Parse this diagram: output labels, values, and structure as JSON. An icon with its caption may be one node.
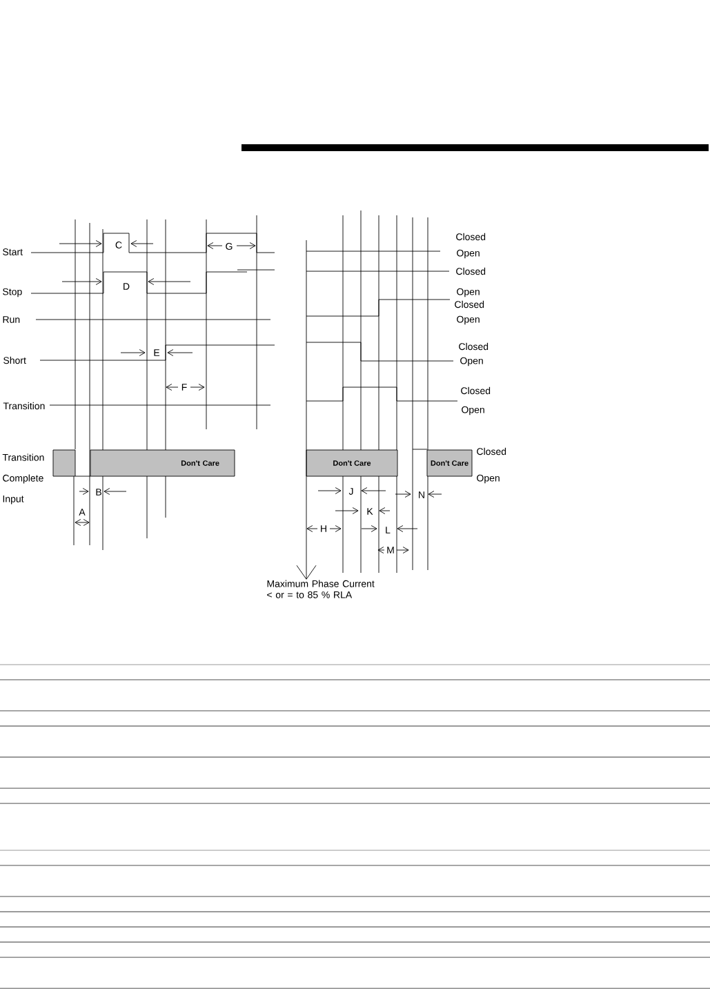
{
  "diagram": {
    "nodes": [
      {
        "text": [],
        "shape": "box"
      },
      {
        "text": [
          "Don't Care"
        ]
      },
      {
        "text": [
          "Don't Care"
        ]
      },
      {
        "text": [
          "Don't Care"
        ]
      },
      {
        "text": [
          "Maximum Phase Current < or = to 85 % RLA"
        ]
      }
    ],
    "edges": [
      {
        "from": null,
        "to": 4,
        "arrow": "to"
      }
    ],
    "labels": [
      "Start",
      "Stop",
      "Run",
      "Short",
      "Transition",
      "Transition Complete Input",
      "C",
      "G",
      "D",
      "E",
      "F",
      "B",
      "A",
      "Closed",
      "Open",
      "Closed",
      "Open",
      "Closed",
      "Open",
      "Closed",
      "Open",
      "Closed",
      "Open",
      "Closed",
      "Open",
      "J",
      "N",
      "K",
      "H",
      "L",
      "M"
    ]
  }
}
